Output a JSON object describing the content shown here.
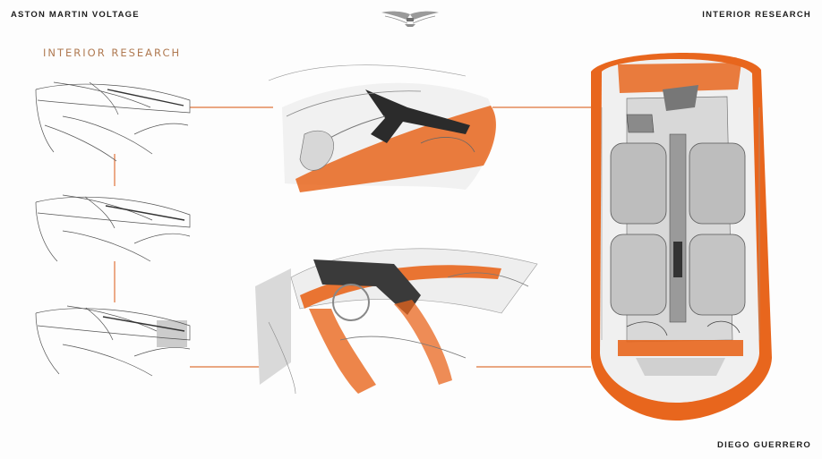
{
  "header": {
    "brand_left": "ASTON MARTIN VOLTAGE",
    "brand_right": "INTERIOR RESEARCH"
  },
  "section_title": "INTERIOR RESEARCH",
  "footer": {
    "author": "DIEGO GUERRERO"
  },
  "logo": {
    "icon": "winged-logo-icon"
  },
  "colors": {
    "accent_orange": "#e8661d",
    "connector": "#e0743a",
    "title": "#b07a52",
    "ink": "#2b2b2b"
  }
}
